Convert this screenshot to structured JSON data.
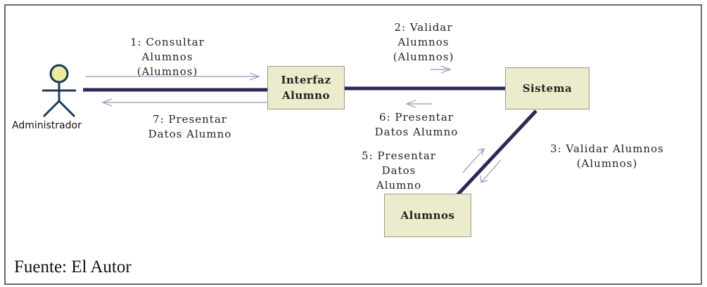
{
  "actor": {
    "name": "Administrador",
    "icon": "actor-stick-figure-icon",
    "head_color": "#ecec9c",
    "body_color": "#1a3a5a"
  },
  "objects": [
    {
      "id": "interfaz",
      "label": "Interfaz\nAlumno"
    },
    {
      "id": "sistema",
      "label": "Sistema"
    },
    {
      "id": "alumnos",
      "label": "Alumnos"
    }
  ],
  "messages": [
    {
      "label": "1: Consultar\nAlumnos\n(Alumnos)"
    },
    {
      "label": "2: Validar\nAlumnos\n(Alumnos)"
    },
    {
      "label": "3: Validar Alumnos\n(Alumnos)"
    },
    {
      "label": "5: Presentar\nDatos\nAlumno"
    },
    {
      "label": "6: Presentar\nDatos Alumno"
    },
    {
      "label": "7: Presentar\nDatos Alumno"
    }
  ],
  "source": "Fuente: El Autor",
  "colors": {
    "node_fill": "#ececcc",
    "link": "#2a2a55",
    "arrow": "#8a9ab8"
  }
}
